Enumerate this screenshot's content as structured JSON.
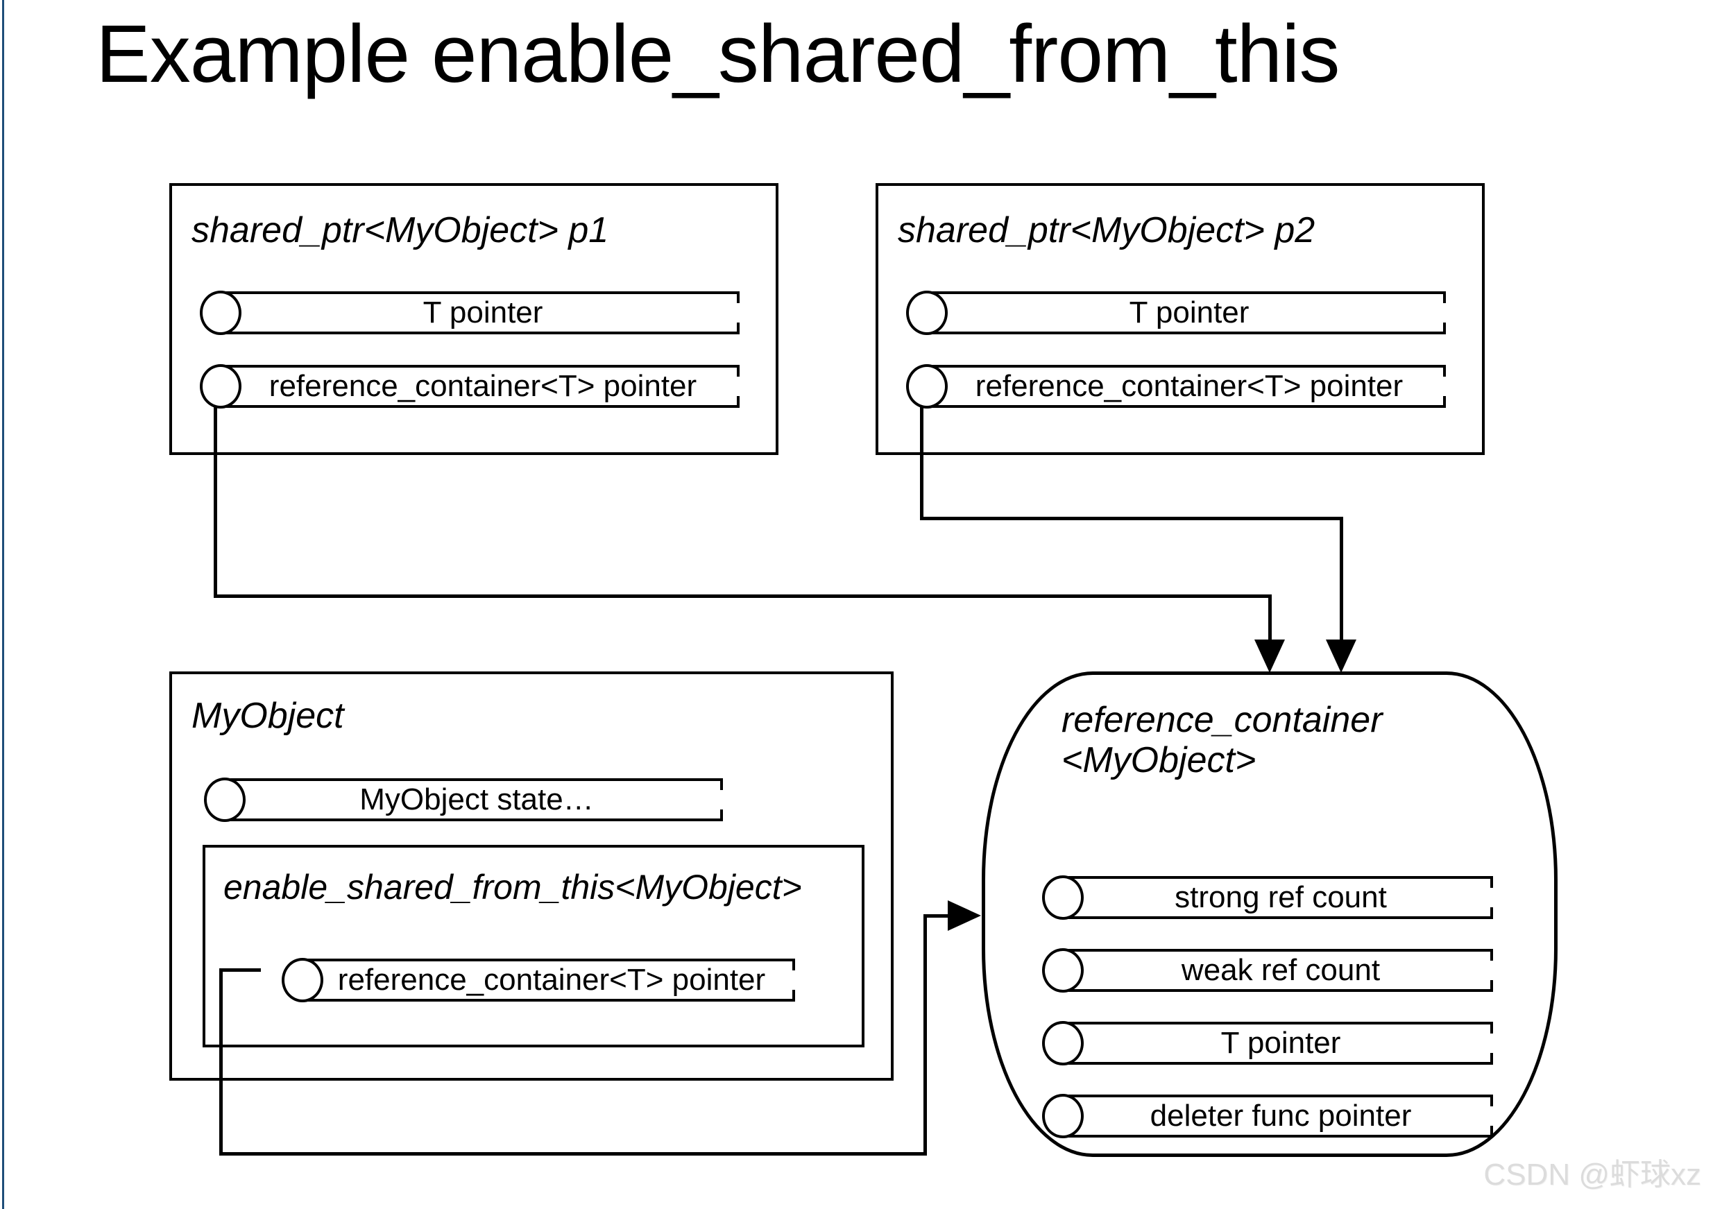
{
  "title": "Example enable_shared_from_this",
  "watermark": "CSDN @虾球xz",
  "colors": {
    "stroke": "#000000",
    "edge_rule": "#1f4e79",
    "watermark": "#dcdcdc",
    "background": "#ffffff"
  },
  "boxes": {
    "p1": {
      "title": "shared_ptr<MyObject> p1",
      "fields": [
        {
          "label": "T pointer"
        },
        {
          "label": "reference_container<T> pointer"
        }
      ]
    },
    "p2": {
      "title": "shared_ptr<MyObject> p2",
      "fields": [
        {
          "label": "T pointer"
        },
        {
          "label": "reference_container<T> pointer"
        }
      ]
    },
    "myobject": {
      "title": "MyObject",
      "fields": [
        {
          "label": "MyObject state…"
        }
      ],
      "inner": {
        "title": "enable_shared_from_this<MyObject>",
        "fields": [
          {
            "label": "reference_container<T> pointer"
          }
        ]
      }
    },
    "reference_container": {
      "title": "reference_container\n<MyObject>",
      "fields": [
        {
          "label": "strong ref count"
        },
        {
          "label": "weak ref count"
        },
        {
          "label": "T pointer"
        },
        {
          "label": "deleter func pointer"
        }
      ]
    }
  },
  "connections": [
    {
      "from": "p1.reference_container_pointer",
      "to": "reference_container",
      "arrow": "down"
    },
    {
      "from": "p2.reference_container_pointer",
      "to": "reference_container",
      "arrow": "down"
    },
    {
      "from": "myobject.enable_shared_from_this.reference_container_pointer",
      "to": "reference_container",
      "arrow": "right"
    }
  ]
}
